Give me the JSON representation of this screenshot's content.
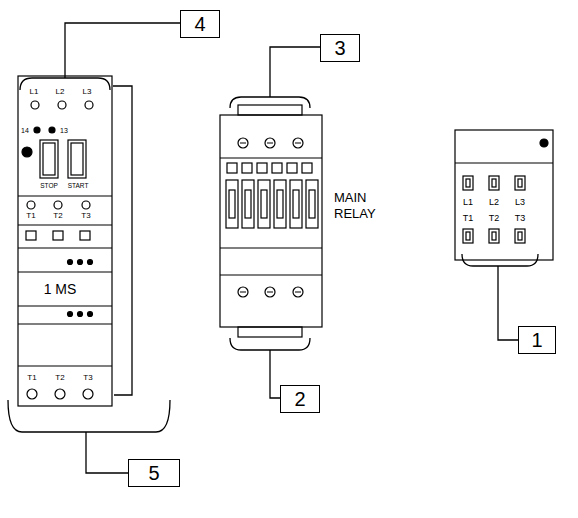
{
  "diagram": {
    "nodes": [
      {
        "text": [
          "4"
        ]
      },
      {
        "text": [
          "3"
        ]
      },
      {
        "text": [
          "1"
        ]
      },
      {
        "text": [
          "2"
        ]
      },
      {
        "text": [
          "5"
        ]
      }
    ],
    "labels": [
      "L1",
      "L2",
      "L3",
      "14",
      "13",
      "STOP",
      "START",
      "T1",
      "T2",
      "T3",
      "1 MS",
      "T1",
      "T2",
      "T3",
      "MAIN RELAY",
      "L1",
      "L2",
      "L3",
      "T1",
      "T2",
      "T3"
    ]
  }
}
